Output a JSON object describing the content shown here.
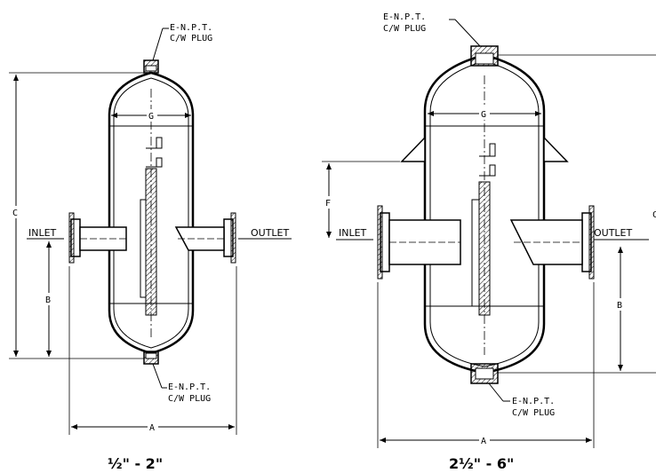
{
  "left_drawing": {
    "callout_top": [
      "E-N.P.T.",
      "C/W PLUG"
    ],
    "callout_bottom": [
      "E-N.P.T.",
      "C/W PLUG"
    ],
    "inlet": "INLET",
    "outlet": "OUTLET",
    "dim_a": "A",
    "dim_b": "B",
    "dim_c": "C",
    "dim_g": "G",
    "size_range": "½\" - 2\""
  },
  "right_drawing": {
    "callout_top": [
      "E-N.P.T.",
      "C/W PLUG"
    ],
    "callout_bottom": [
      "E-N.P.T.",
      "C/W PLUG"
    ],
    "inlet": "INLET",
    "outlet": "OUTLET",
    "dim_a": "A",
    "dim_b": "B",
    "dim_c": "C",
    "dim_f": "F",
    "dim_g": "G",
    "size_range": "2½\" - 6\""
  }
}
